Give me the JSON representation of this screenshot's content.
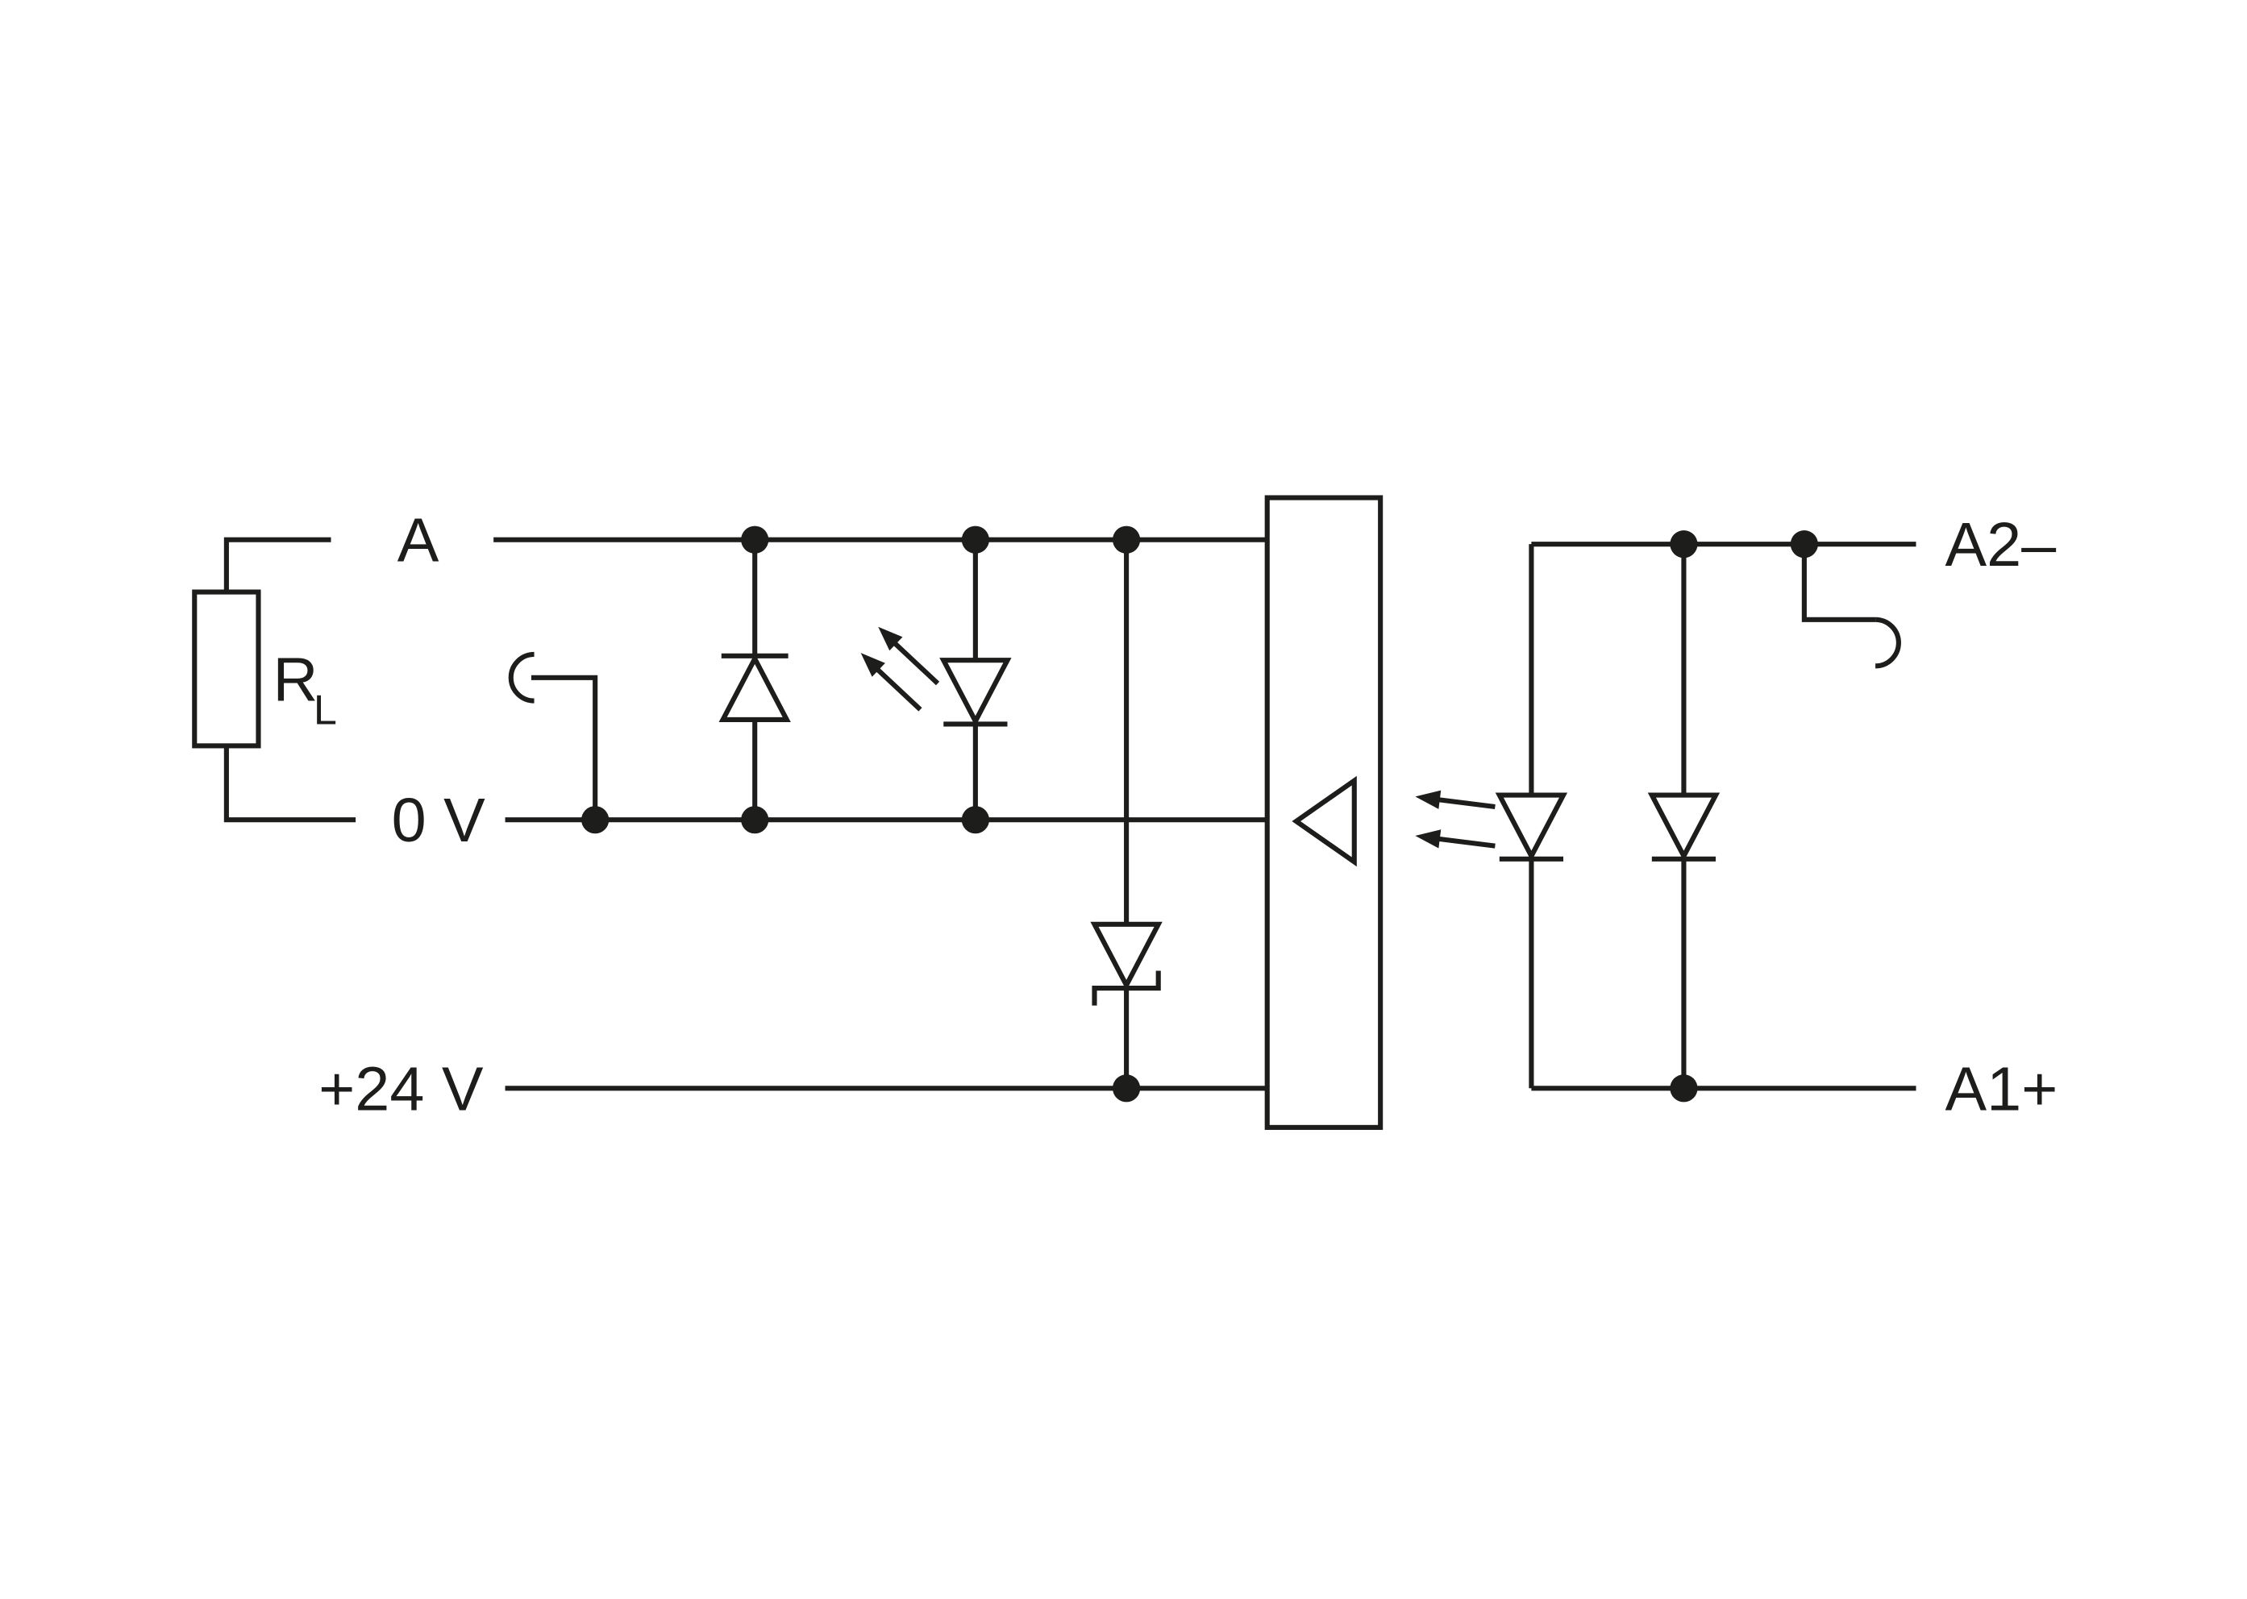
{
  "diagram": {
    "kind": "wiring-schematic-optocoupler-module",
    "colors": {
      "background": "#ffffff",
      "stroke": "#1d1d1b"
    },
    "terminals": {
      "output_a": "A",
      "output_0v": "0 V",
      "supply_24v": "+24 V",
      "input_a2_minus": "A2–",
      "input_a1_plus": "A1+"
    },
    "load_resistor": {
      "symbol": "R",
      "subscript": "L"
    },
    "components": {
      "load_resistor": "resistor",
      "protection_diode": "diode",
      "status_led": "led-with-light-arrows",
      "suppressor_diode": "zener-diode",
      "output_driver": "amplifier-triangle",
      "optocoupler_emitter": "led-with-light-arrows",
      "input_diode": "diode"
    }
  }
}
